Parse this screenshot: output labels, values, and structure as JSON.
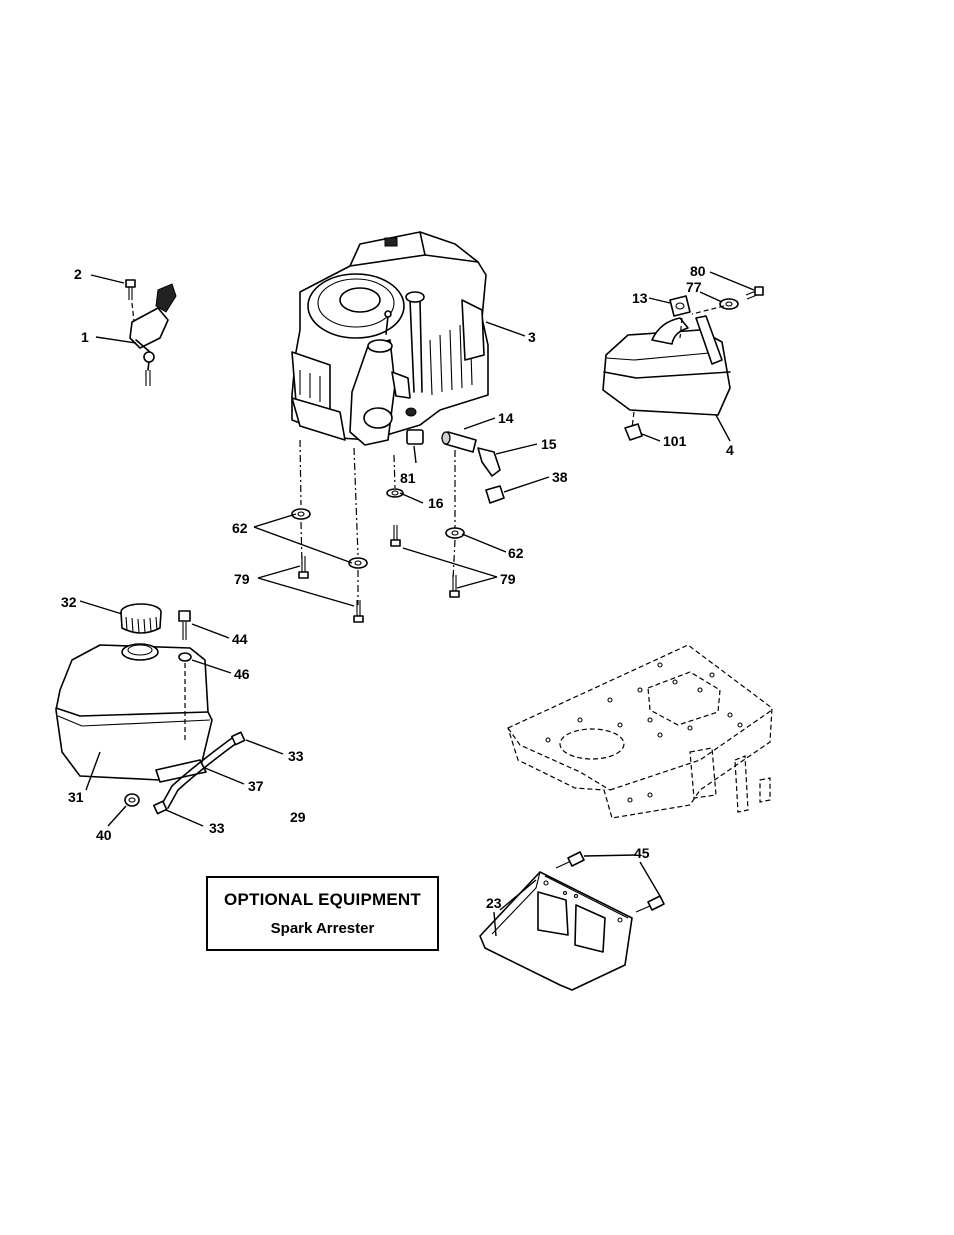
{
  "labels": {
    "p1": "1",
    "p2": "2",
    "p3": "3",
    "p4": "4",
    "p13": "13",
    "p14": "14",
    "p15": "15",
    "p16": "16",
    "p23": "23",
    "p29": "29",
    "p31": "31",
    "p32": "32",
    "p33a": "33",
    "p33b": "33",
    "p37": "37",
    "p38": "38",
    "p40": "40",
    "p44": "44",
    "p45": "45",
    "p46": "46",
    "p62a": "62",
    "p62b": "62",
    "p77": "77",
    "p79a": "79",
    "p79b": "79",
    "p80": "80",
    "p81": "81",
    "p101": "101"
  },
  "optional_equipment": {
    "title": "OPTIONAL EQUIPMENT",
    "item": "Spark Arrester"
  }
}
